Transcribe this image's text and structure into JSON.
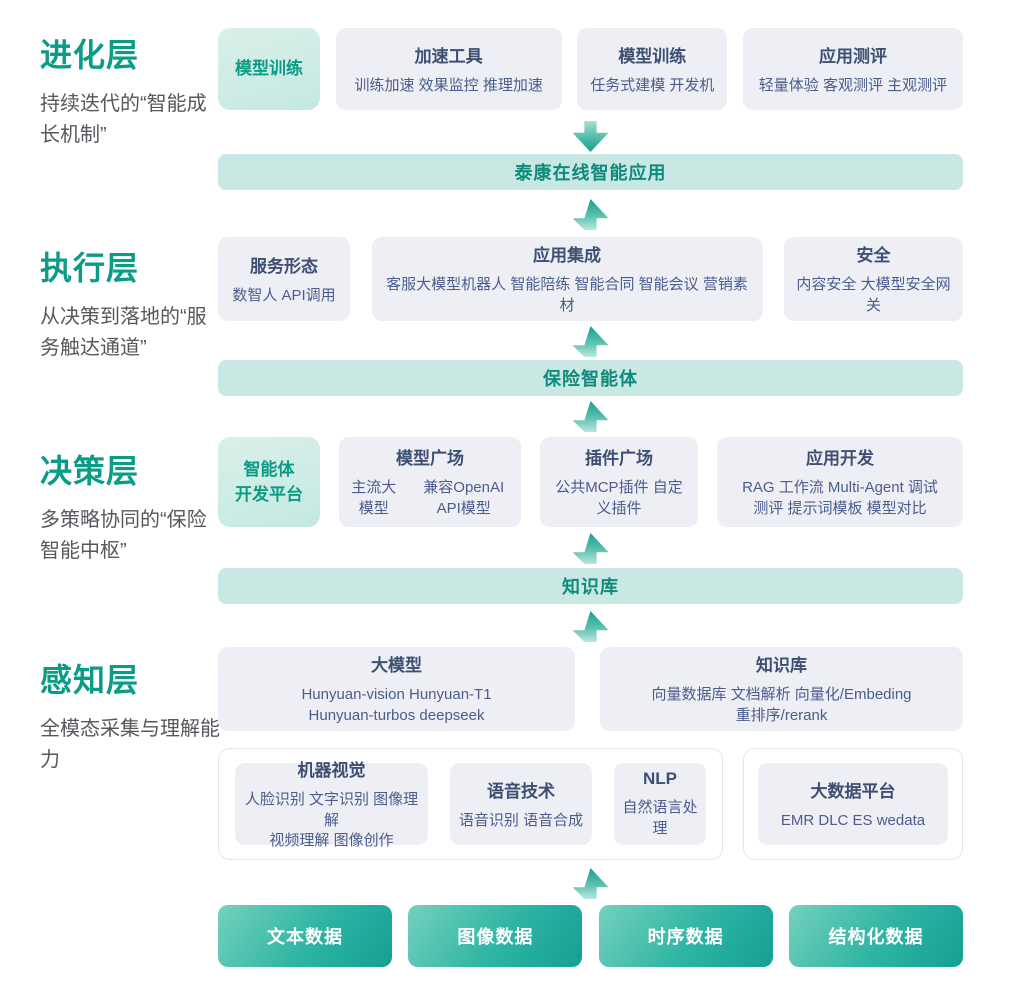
{
  "sections": [
    {
      "title": "进化层",
      "subtitle": "持续迭代的“智能成长机制”"
    },
    {
      "title": "执行层",
      "subtitle": "从决策到落地的“服务触达通道”"
    },
    {
      "title": "决策层",
      "subtitle": "多策略协同的“保险智能中枢”"
    },
    {
      "title": "感知层",
      "subtitle": "全模态采集与理解能力"
    }
  ],
  "evolution_row": {
    "highlight_card": {
      "title": "模型训练"
    },
    "cards": [
      {
        "title": "加速工具",
        "lines": [
          "训练加速 效果监控 推理加速"
        ]
      },
      {
        "title": "模型训练",
        "lines": [
          "任务式建模 开发机"
        ]
      },
      {
        "title": "应用测评",
        "lines": [
          "轻量体验 客观测评 主观测评"
        ]
      }
    ]
  },
  "bars": [
    {
      "label": "泰康在线智能应用"
    },
    {
      "label": "保险智能体"
    },
    {
      "label": "知识库"
    }
  ],
  "execution_row": {
    "cards": [
      {
        "title": "服务形态",
        "lines": [
          "数智人  API调用"
        ]
      },
      {
        "title": "应用集成",
        "lines": [
          "客服大模型机器人  智能陪练 智能合同 智能会议 营销素材"
        ]
      },
      {
        "title": "安全",
        "lines": [
          "内容安全 大模型安全网关"
        ]
      }
    ]
  },
  "decision_row": {
    "highlight_card": {
      "title": "智能体\n开发平台"
    },
    "model_plaza": {
      "title": "模型广场",
      "item1": "主流大模型",
      "item2": "兼容OpenAI API模型"
    },
    "cards": [
      {
        "title": "插件广场",
        "lines": [
          "公共MCP插件 自定义插件"
        ]
      },
      {
        "title": "应用开发",
        "lines": [
          "RAG 工作流 Multi-Agent 调试",
          "测评 提示词模板 模型对比"
        ]
      }
    ]
  },
  "perception_row": {
    "cards": [
      {
        "title": "大模型",
        "lines": [
          "Hunyuan-vision Hunyuan-T1",
          "Hunyuan-turbos deepseek"
        ]
      },
      {
        "title": "知识库",
        "lines": [
          "向量数据库 文档解析 向量化/Embeding",
          "重排序/rerank"
        ]
      }
    ],
    "capability_cards": [
      {
        "title": "机器视觉",
        "lines": [
          "人脸识别 文字识别 图像理解",
          "视频理解 图像创作"
        ]
      },
      {
        "title": "语音技术",
        "lines": [
          "语音识别 语音合成"
        ]
      },
      {
        "title": "NLP",
        "lines": [
          "自然语言处理"
        ]
      }
    ],
    "big_data_card": {
      "title": "大数据平台",
      "lines": [
        "EMR DLC ES wedata"
      ]
    }
  },
  "data_sources": [
    "文本数据",
    "图像数据",
    "时序数据",
    "结构化数据"
  ],
  "colors": {
    "accent_green": "#0a9c86",
    "section_subtitle": "#56585d",
    "card_bg": "#edeff4",
    "card_title": "#3f4f73",
    "card_text": "#4c5c8c",
    "highlight_card_bg": "#cdebe4",
    "bar_bg": "#c9e8e4",
    "bar_text": "#0f8a7c",
    "arrow_teal": "#16a08f",
    "button_gradient_start": "#74d1be",
    "button_gradient_end": "#13a093"
  }
}
